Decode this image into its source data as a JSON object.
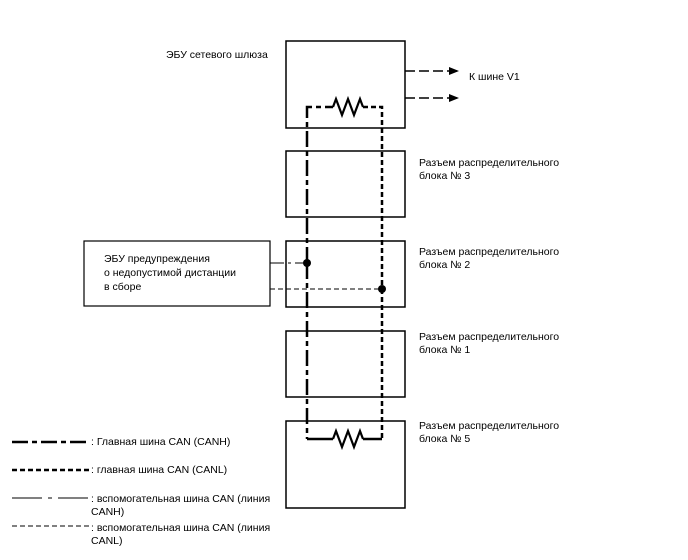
{
  "gateway_ecu": {
    "label": "ЭБУ сетевого шлюза"
  },
  "bus_v1": {
    "label": "К шине V1"
  },
  "junction_3": {
    "line1": "Разъем распределительного",
    "line2": "блока № 3"
  },
  "junction_2": {
    "line1": "Разъем распределительного",
    "line2": "блока № 2"
  },
  "junction_1": {
    "line1": "Разъем распределительного",
    "line2": "блока № 1"
  },
  "junction_5": {
    "line1": "Разъем распределительного",
    "line2": "блока № 5"
  },
  "distance_ecu": {
    "line1": "ЭБУ предупреждения",
    "line2": "о недопустимой дистанции",
    "line3": "в сборе"
  },
  "legend": {
    "main_canh": ": Главная шина CAN (CANH)",
    "main_canl": ": главная шина CAN (CANL)",
    "sub_canh_line1": ": вспомогательная шина CAN (линия",
    "sub_canh_line2": "CANH)",
    "sub_canl_line1": ": вспомогательная шина CAN (линия",
    "sub_canl_line2": "CANL)"
  }
}
